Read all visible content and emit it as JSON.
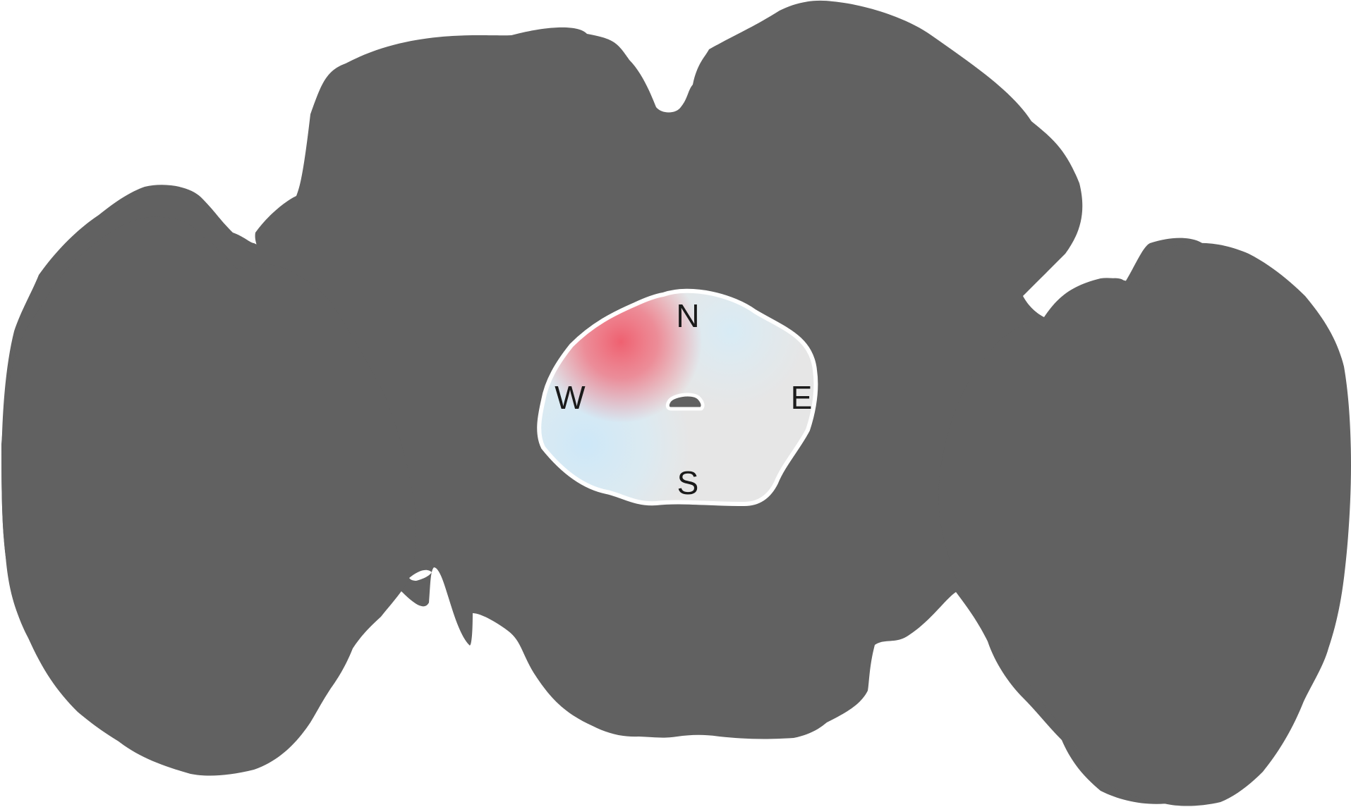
{
  "compass": {
    "north": "N",
    "south": "S",
    "east": "E",
    "west": "W"
  },
  "colors": {
    "silhouette": "#616161",
    "region_fill": "#e6e6e6",
    "region_outline": "#ffffff",
    "high_activity": "#ef5e6e",
    "low_activity": "#cfe9f8",
    "label": "#1a1a1a"
  },
  "activity_map": [
    {
      "direction": "north-west",
      "level": "high"
    },
    {
      "direction": "north-east",
      "level": "low"
    },
    {
      "direction": "south-west",
      "level": "low"
    },
    {
      "direction": "south-east",
      "level": "neutral"
    }
  ]
}
